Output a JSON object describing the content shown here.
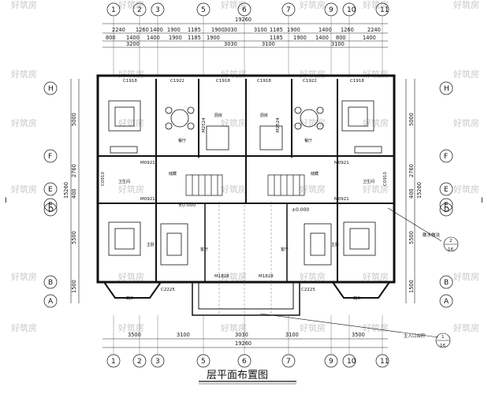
{
  "title": "层平面布置图",
  "watermark": "好筑房",
  "column_axes": [
    "1",
    "2",
    "3",
    "5",
    "6",
    "7",
    "9",
    "10",
    "11"
  ],
  "row_axes": [
    "H",
    "F",
    "E",
    "E",
    "D",
    "B",
    "A"
  ],
  "top_overall": "19260",
  "top_dims": [
    "2240",
    "1260",
    "1400",
    "1900",
    "1185",
    "1900",
    "3030",
    "3100",
    "1185",
    "1900",
    "1400",
    "1260",
    "2240"
  ],
  "top_dims_fine": [
    "800",
    "1400",
    "1400",
    "1900",
    "1185",
    "1900",
    "1185",
    "1900",
    "1400",
    "800",
    "1400"
  ],
  "top_main_dims": [
    "3200",
    "3030",
    "3100",
    "3100"
  ],
  "bottom_dims": [
    "3500",
    "3100",
    "3030",
    "3100",
    "3500"
  ],
  "bottom_overall": "19260",
  "left_dims": [
    "5000",
    "2760",
    "400",
    "5500",
    "1500"
  ],
  "left_total": "15260",
  "right_dims": [
    "5000",
    "2760",
    "400",
    "5500",
    "1500"
  ],
  "right_total": "15260",
  "windows_top": [
    "C1918",
    "C1922",
    "C1918",
    "C1918",
    "C1922",
    "C1918"
  ],
  "door_labels": [
    "M0921",
    "M0921",
    "M0921",
    "M0921",
    "M2524",
    "M2524",
    "M1828",
    "M1828"
  ],
  "window_bottom": [
    "C2225",
    "C2225",
    "ZJC",
    "ZJC",
    "C0910",
    "C0910"
  ],
  "room_labels": [
    "餐厅",
    "厨房",
    "厨房",
    "餐厅",
    "卫生间",
    "卫生间",
    "主卧",
    "主卧",
    "客厅",
    "客厅",
    "储藏",
    "储藏"
  ],
  "levels": [
    "±0.000",
    "±0.000"
  ],
  "callout_right": {
    "text": "散水做法",
    "num": "2",
    "den": "16"
  },
  "callout_bottom": {
    "text": "主入口台阶",
    "num": "1",
    "den": "16"
  },
  "section_marks": [
    "I",
    "I"
  ]
}
